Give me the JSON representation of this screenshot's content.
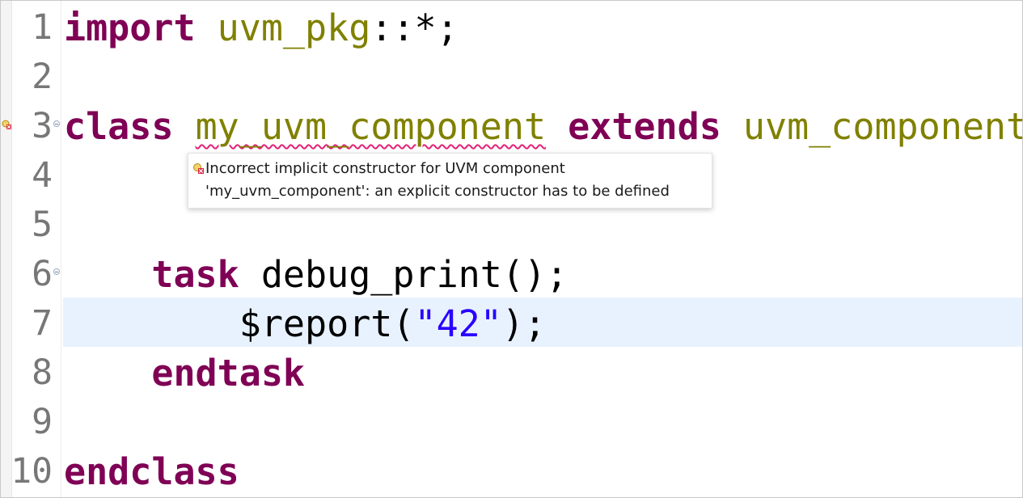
{
  "editor": {
    "line_numbers": [
      "1",
      "2",
      "3",
      "4",
      "5",
      "6",
      "7",
      "8",
      "9",
      "10"
    ],
    "lines": {
      "l1": {
        "kw": "import",
        "pkg": "uvm_pkg",
        "rest": "::*;"
      },
      "l3": {
        "kw": "class",
        "name": "my_uvm_component",
        "kw2": "extends",
        "base": "uvm_component",
        "semi": ";"
      },
      "l6": {
        "kw": "task",
        "rest": "debug_print();"
      },
      "l7": {
        "pre": "$report(",
        "str": "\"42\"",
        "post": ");"
      },
      "l8": {
        "kw": "endtask"
      },
      "l10": {
        "kw": "endclass"
      }
    },
    "current_line": "7"
  },
  "tooltip": {
    "icon": "error-lightbulb-icon",
    "line1": "Incorrect implicit constructor for UVM component",
    "line2": "'my_uvm_component': an explicit constructor has to be defined"
  },
  "colors": {
    "keyword": "#7f0055",
    "type": "#808000",
    "string": "#2a00ff",
    "current_line_bg": "#e8f2fe",
    "error_squiggle": "#e3217a"
  }
}
